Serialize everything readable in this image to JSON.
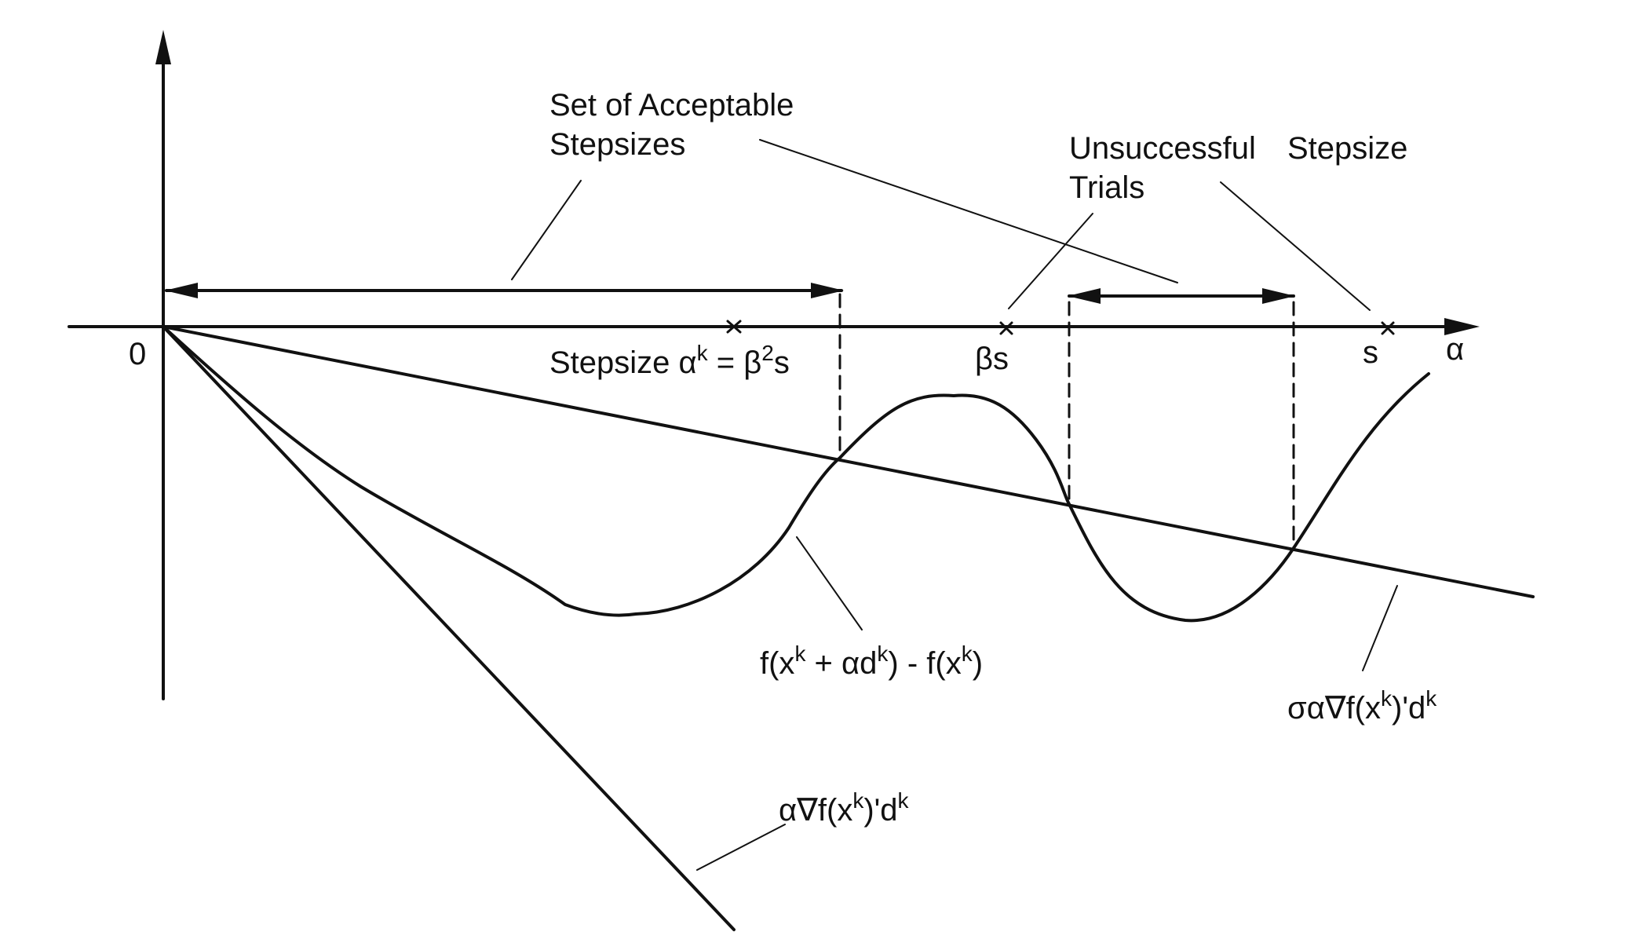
{
  "labels": {
    "acceptable_line1": "Set of Acceptable",
    "acceptable_line2": "Stepsizes",
    "unsuccessful_line1": "Unsuccessful",
    "unsuccessful_line2": "Trials",
    "stepsize_word": "Stepsize",
    "origin": "0",
    "beta_s": "βs",
    "s": "s",
    "alpha": "α",
    "chosen": {
      "prefix": "Stepsize α",
      "sup1": "k",
      "mid": " = β",
      "sup2": "2",
      "suffix": "s"
    },
    "curve": {
      "p1": "f(x",
      "sup1": "k",
      "p2": " + αd",
      "sup2": "k",
      "p3": ") - f(x",
      "sup3": "k",
      "p4": ")"
    },
    "sigma_line": {
      "p1": "σα∇f(x",
      "sup1": "k",
      "p2": ")'d",
      "sup2": "k"
    },
    "grad_line": {
      "p1": "α∇f(x",
      "sup1": "k",
      "p2": ")'d",
      "sup2": "k"
    }
  }
}
